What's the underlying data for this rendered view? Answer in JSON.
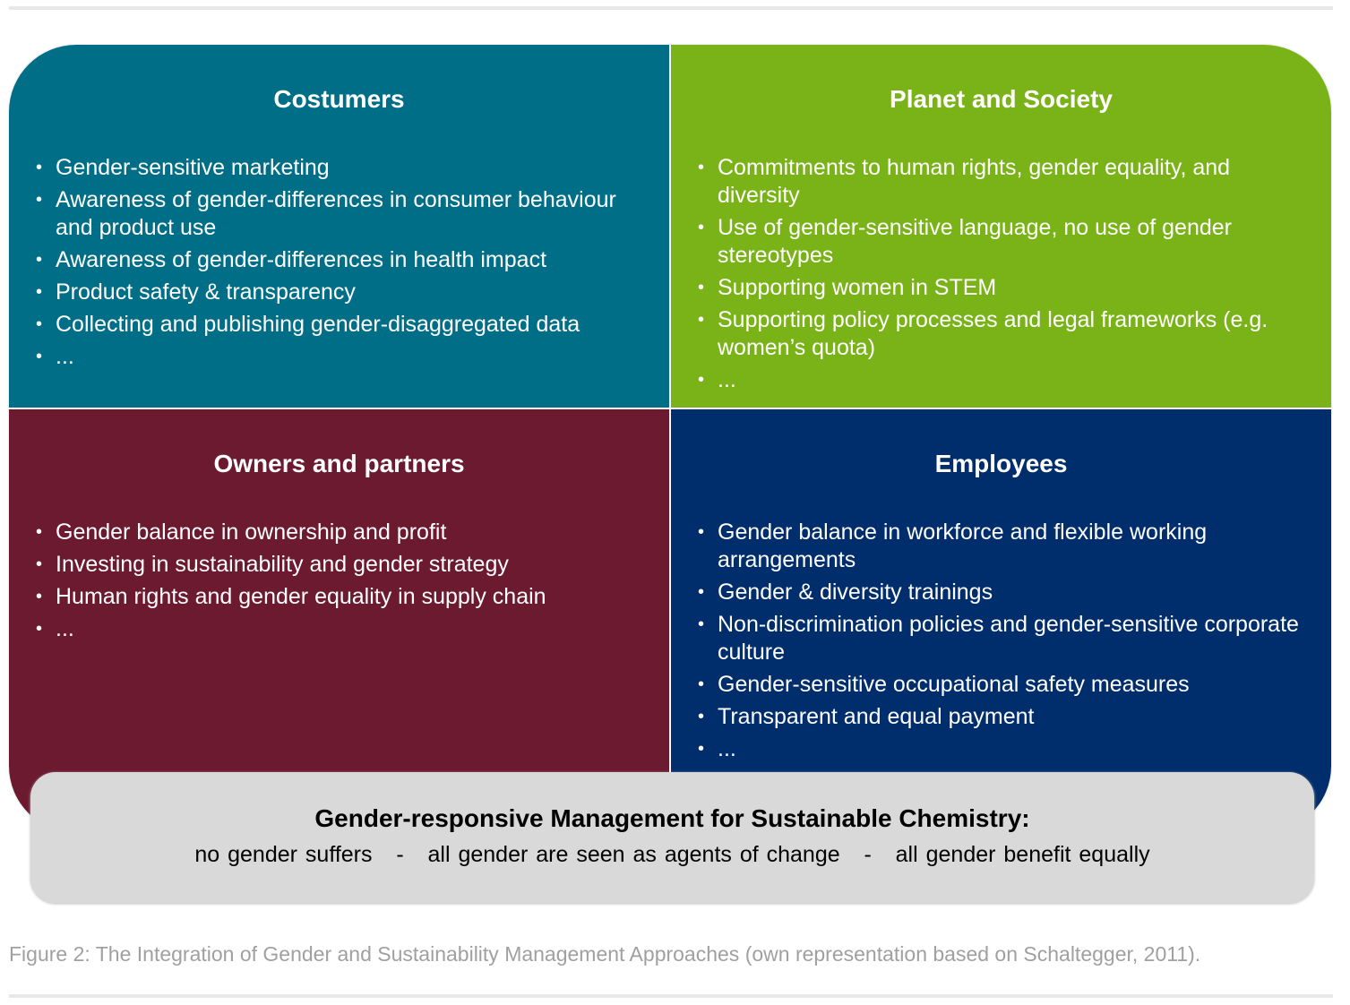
{
  "quadrants": [
    {
      "title": "Costumers",
      "items": [
        "Gender-sensitive marketing",
        "Awareness of gender-differences in consumer behaviour and product use",
        "Awareness of gender-differences in health impact",
        "Product safety & transparency",
        "Collecting and publishing gender-disaggregated data",
        "..."
      ]
    },
    {
      "title": "Planet and Society",
      "items": [
        "Commitments to human rights, gender equality, and diversity",
        "Use of gender-sensitive language, no use of gender stereotypes",
        "Supporting women in STEM",
        "Supporting policy processes and legal frameworks (e.g. women’s quota)",
        "..."
      ]
    },
    {
      "title": "Owners and partners",
      "items": [
        "Gender balance in ownership and profit",
        "Investing in sustainability and gender strategy",
        "Human rights and gender equality in supply chain",
        "..."
      ]
    },
    {
      "title": "Employees",
      "items": [
        "Gender balance in workforce and flexible working arrangements",
        "Gender & diversity trainings",
        "Non-discrimination policies and gender-sensitive corporate culture",
        "Gender-sensitive occupational safety measures",
        "Transparent and equal payment",
        "..."
      ]
    }
  ],
  "summary": {
    "title": "Gender-responsive Management for Sustainable Chemistry:",
    "subtitle": "no gender suffers   -   all gender are seen as agents of change   -   all gender benefit equally"
  },
  "caption": "Figure 2: The Integration of Gender and Sustainability Management Approaches (own representation based on Schaltegger, 2011).",
  "colors": {
    "costumers": "#006e87",
    "planet": "#7ab317",
    "owners": "#6b1a2f",
    "employees": "#002d6b",
    "summary": "#d9d9d9"
  }
}
